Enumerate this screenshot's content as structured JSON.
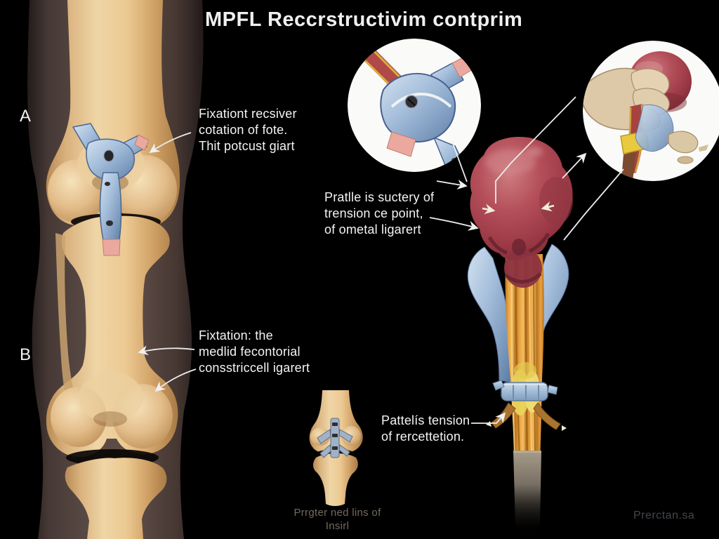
{
  "title": "MPFL Reccrstructivim contprim",
  "labels": {
    "panel_a": "A",
    "panel_b": "B"
  },
  "annotations": {
    "femoral_fixation": {
      "line1": "Fixationt recsiver",
      "line2": "cotation of fote.",
      "line3": "Thit potcust giart"
    },
    "medial_fixation": {
      "line1": "Fixtation: the",
      "line2": "medlid fecontorial",
      "line3": "consstriccell igarert"
    },
    "patella_suture": {
      "line1": "Pratlle is suctery of",
      "line2": "trension ce point,",
      "line3": "of ometal ligarert"
    },
    "patella_tension": {
      "line1": "Pattelís tension",
      "line2": "of rercettetion."
    }
  },
  "footer": {
    "caption_line1": "Prrgter ned lins of",
    "caption_line2": "Insirl",
    "watermark": "Prerctan.sa"
  },
  "colors": {
    "background": "#000000",
    "bone": "#e9c895",
    "soft_tissue": "#5a4a44",
    "implant_blue": "#9fb9d8",
    "graft_pink": "#eba89e",
    "patella_red": "#a8434e",
    "tendon_orange": "#e9a23f",
    "band_yellow": "#e9c93e",
    "callout_white": "#f0f0f0"
  }
}
